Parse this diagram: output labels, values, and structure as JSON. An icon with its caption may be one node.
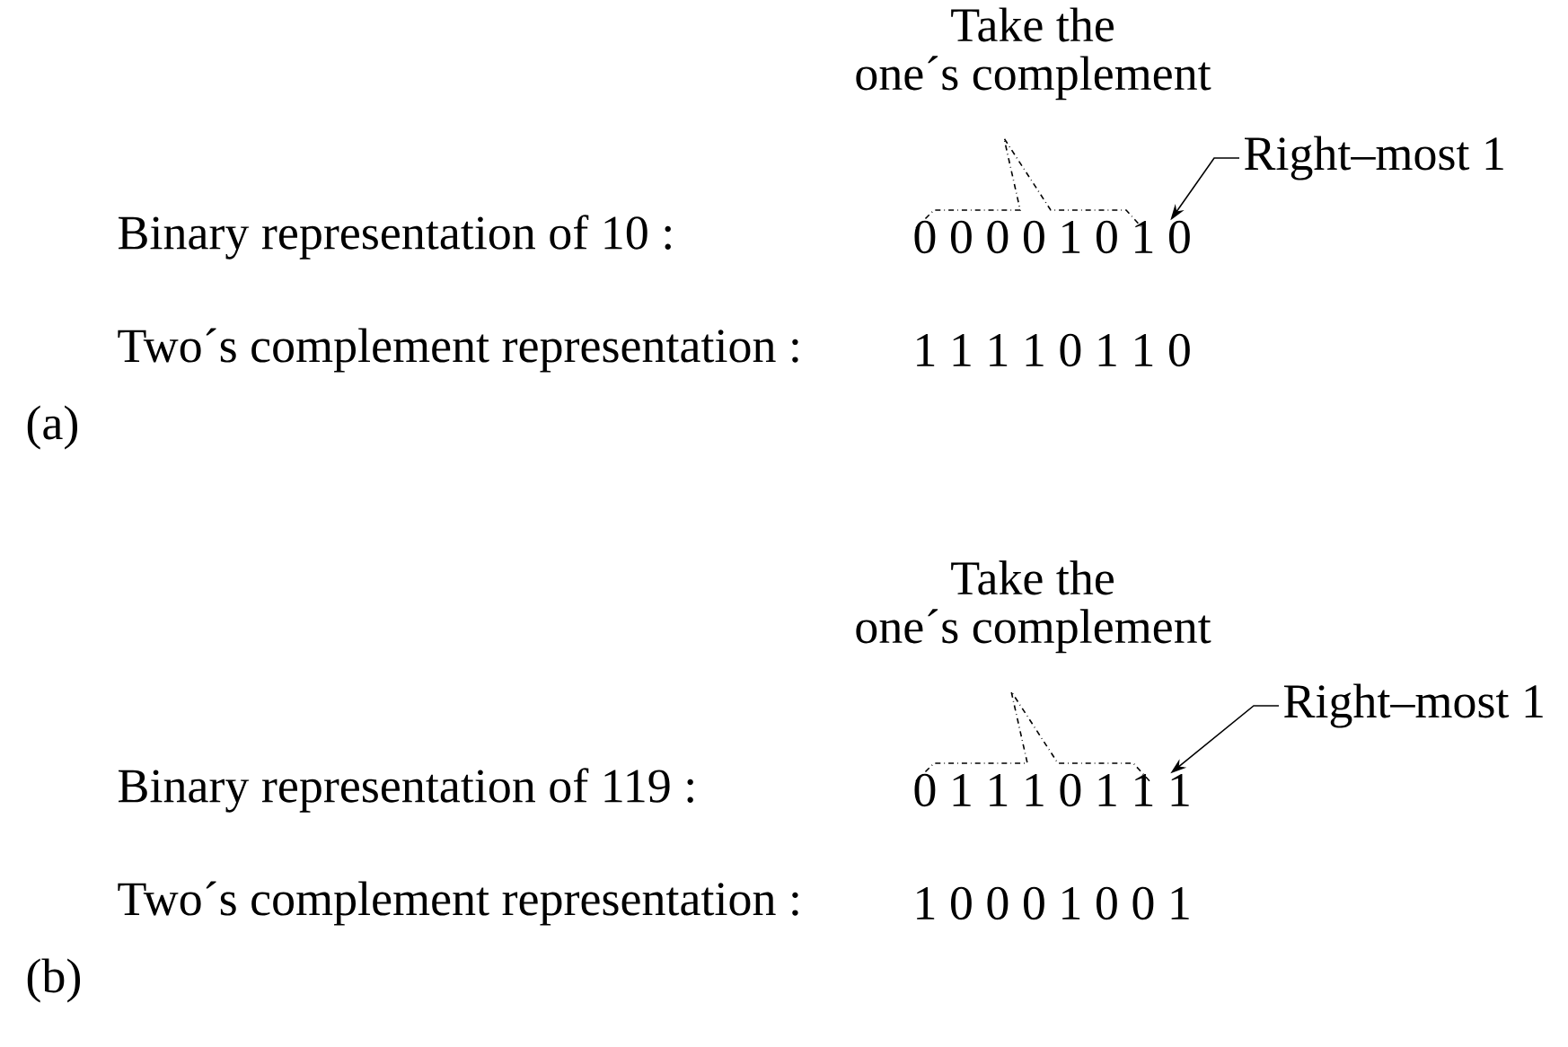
{
  "diagram": {
    "nodes": [
      {
        "text": [
          "Right–most 1"
        ]
      },
      {
        "text": [
          "0 0 0 0 1 0 1 0"
        ]
      },
      {
        "text": [
          "Right–most 1"
        ]
      },
      {
        "text": [
          "0 1 1 1 0 1 1 1"
        ]
      }
    ],
    "edges": [
      {
        "from": 0,
        "to": 1,
        "arrow": "to"
      },
      {
        "from": 2,
        "to": 3,
        "arrow": "to"
      }
    ],
    "labels": [
      "Take the one´s complement",
      "Binary representation of 10 :",
      "Two´s complement representation :",
      "1 1 1 1 0 1 1 0",
      "(a)",
      "Take the one´s complement",
      "Binary representation of 119 :",
      "Two´s complement representation :",
      "1 0 0 0 1 0 0 1",
      "(b)"
    ]
  }
}
